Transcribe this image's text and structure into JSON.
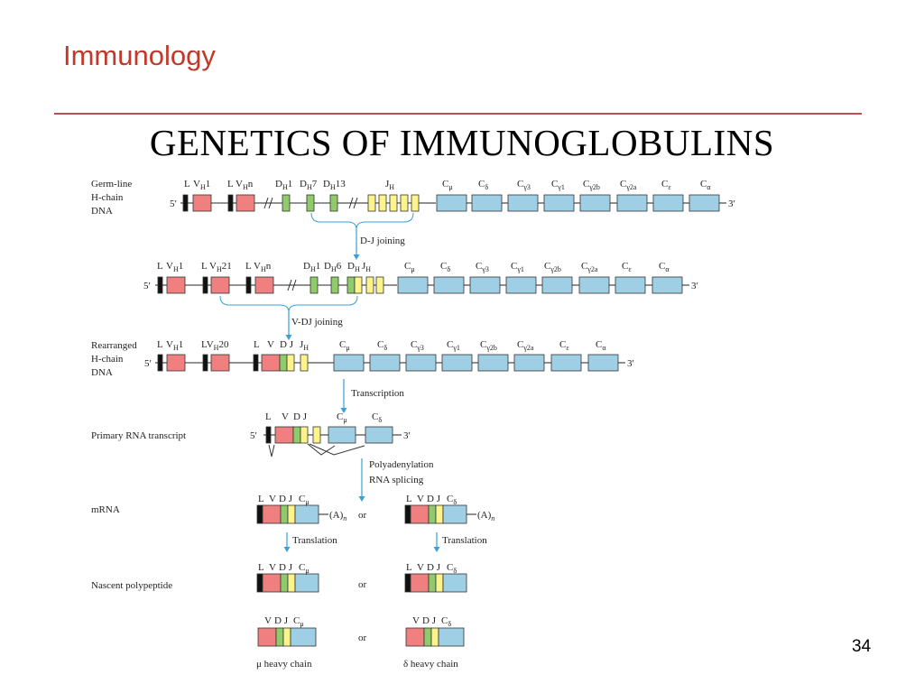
{
  "header": {
    "title": "Immunology"
  },
  "slide": {
    "title": "GENETICS OF IMMUNOGLOBULINS",
    "page_number": "34"
  },
  "colors": {
    "v": "#f08080",
    "d": "#8fca6b",
    "j": "#fdf38b",
    "c": "#9fcfe4",
    "leader": "#111111",
    "arrow": "#3aa0d8",
    "accent": "#c0392b"
  },
  "rows": {
    "germline": [
      "Germ-line",
      "H-chain",
      "DNA"
    ],
    "rearranged": [
      "Rearranged",
      "H-chain",
      "DNA"
    ],
    "primary": "Primary RNA transcript",
    "mrna": "mRNA",
    "nascent": "Nascent polypeptide"
  },
  "steps": {
    "dj": "D-J joining",
    "vdj": "V-DJ joining",
    "transcription": "Transcription",
    "polyadenylation": "Polyadenylation",
    "splicing": "RNA splicing",
    "translation": "Translation"
  },
  "ends": {
    "five": "5′",
    "three": "3′",
    "polyA": "(A)",
    "polyA_n": "n"
  },
  "or_word": "or",
  "chains": {
    "mu": "μ heavy chain",
    "delta": "δ heavy chain"
  },
  "constant_labels": [
    "Cμ",
    "Cδ",
    "Cγ3",
    "Cγ1",
    "Cγ2b",
    "Cγ2a",
    "Cε",
    "Cα"
  ],
  "labels": {
    "L": "L",
    "V": "V",
    "DJ": "D J",
    "J": "J",
    "VH": "V",
    "H": "H",
    "one": "1",
    "n": "n",
    "twentyone": "21",
    "twenty": "20",
    "DH": "D",
    "seven": "7",
    "thirteen": "13",
    "six": "6",
    "Cmu": "Cμ",
    "Cdelta": "Cδ"
  }
}
